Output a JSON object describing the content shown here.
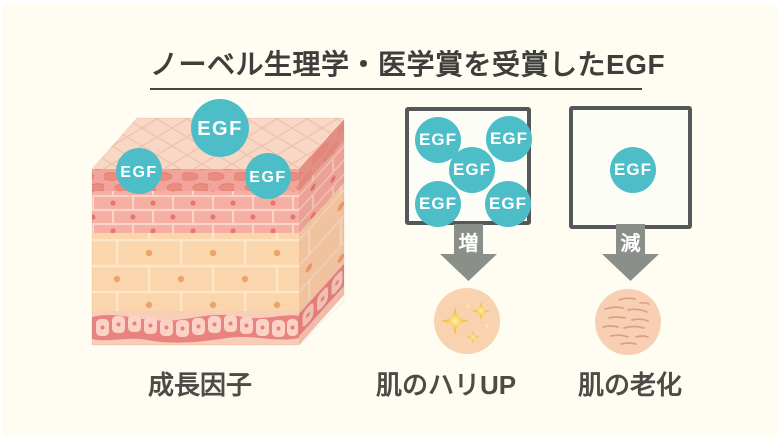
{
  "page": {
    "background": "#FFFCF2"
  },
  "title": {
    "text": "ノーベル生理学・医学賞を受賞したEGF"
  },
  "colors": {
    "egf_teal": "#4DBEC7",
    "box_border": "#54585A",
    "arrow_gray": "#8A8F89",
    "label_text": "#4B4B47",
    "title_text": "#3E3E3C",
    "skin_peach": "#F9D3AF",
    "sparkle_gold": "#F7C645"
  },
  "skin_diagram": {
    "caption": "成長因子",
    "illustration": "skin-layers-cube",
    "egf_bubbles": [
      "EGF",
      "EGF",
      "EGF"
    ]
  },
  "increase_panel": {
    "egf_circles": [
      "EGF",
      "EGF",
      "EGF",
      "EGF",
      "EGF"
    ],
    "arrow_label": "増",
    "arrow_icon": "down-arrow-icon",
    "result_icon": "sparkles-icon",
    "result_caption": "肌のハリUP"
  },
  "decrease_panel": {
    "egf_circles": [
      "EGF"
    ],
    "arrow_label": "減",
    "arrow_icon": "down-arrow-icon",
    "result_icon": "wrinkles-icon",
    "result_caption": "肌の老化"
  }
}
